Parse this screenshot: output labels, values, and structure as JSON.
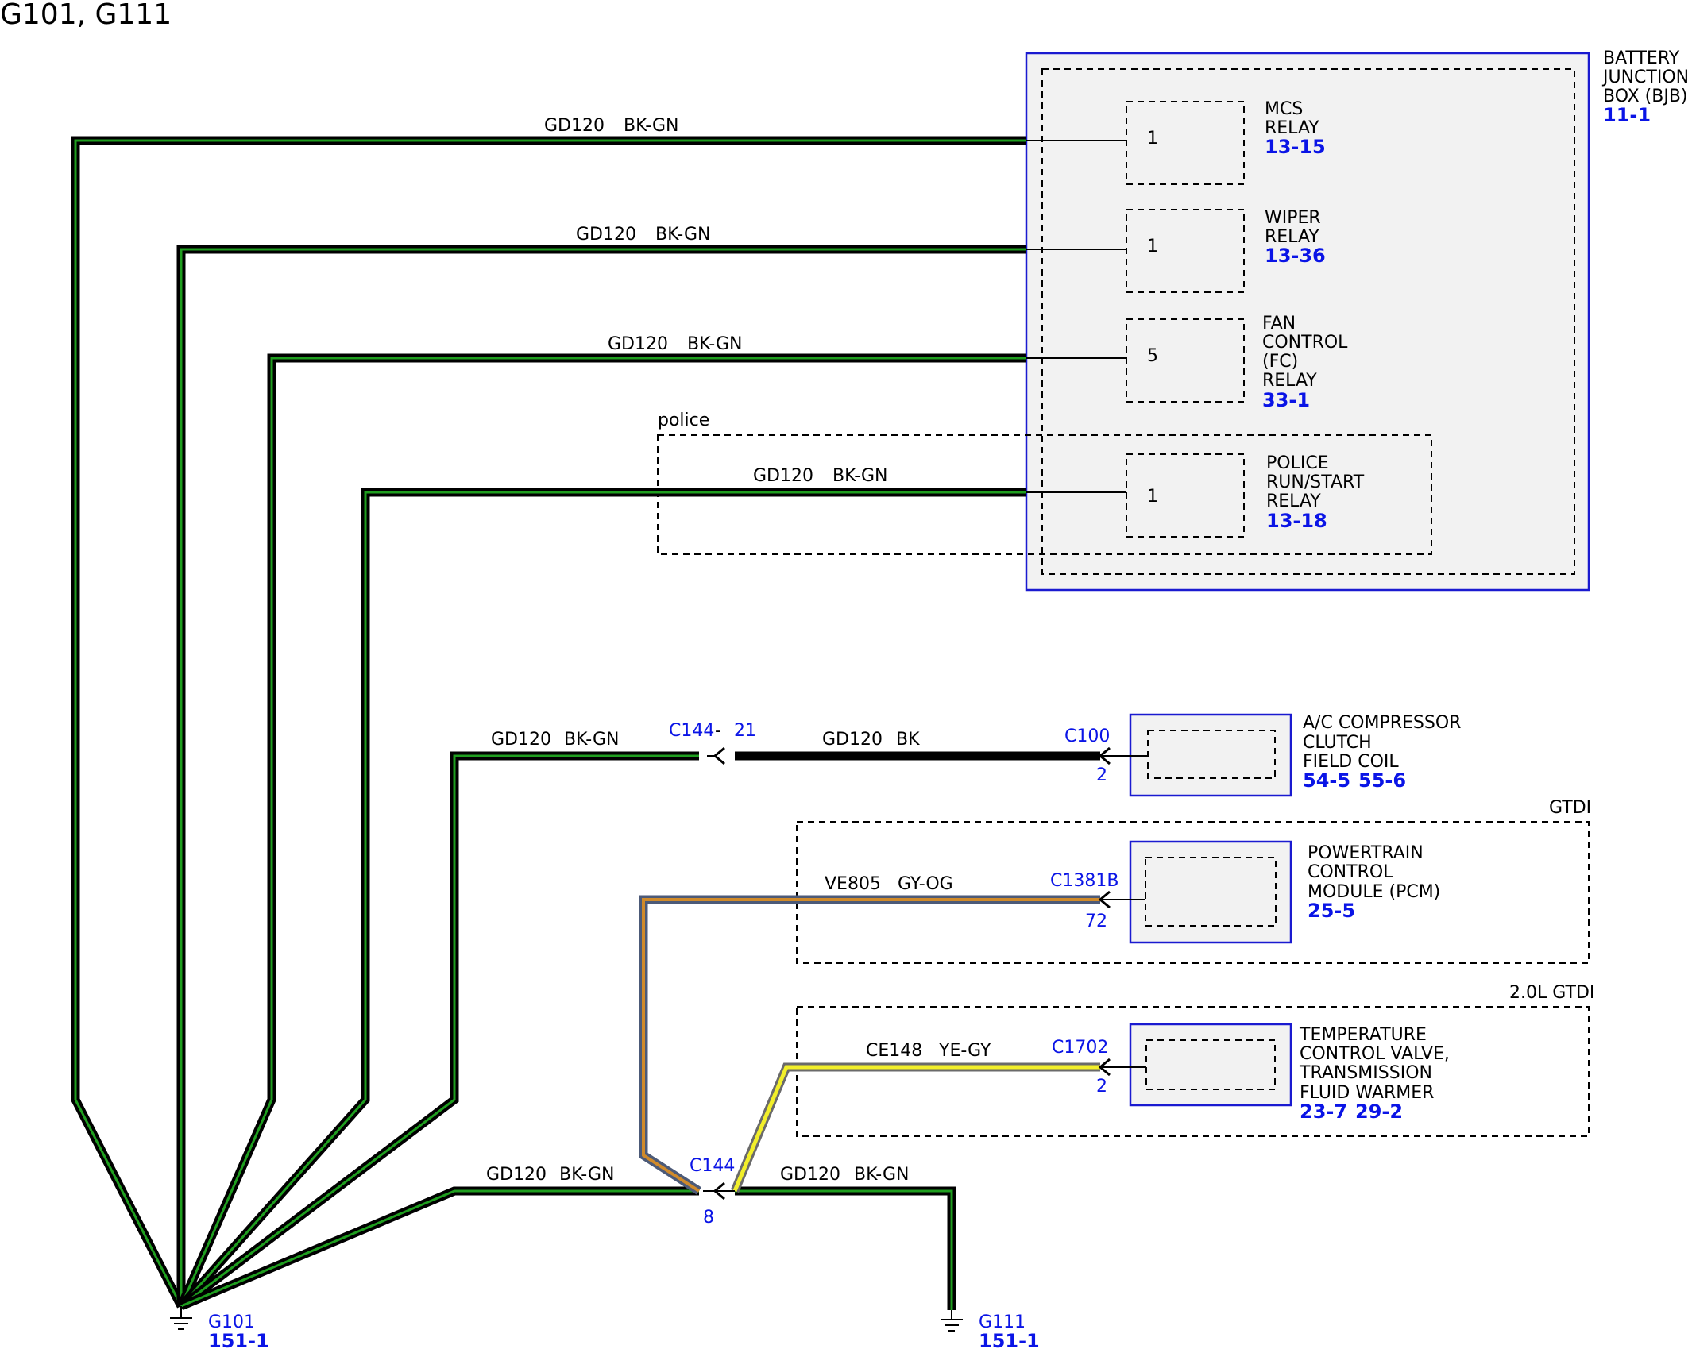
{
  "title": "G101, G111",
  "wire": {
    "gd120_bkgn_id": "GD120",
    "gd120_bkgn_color": "BK-GN",
    "gd120_bk_id": "GD120",
    "gd120_bk_color": "BK",
    "ve805_id": "VE805",
    "ve805_color": "GY-OG",
    "ce148_id": "CE148",
    "ce148_color": "YE-GY"
  },
  "bjb": {
    "line1": "BATTERY",
    "line2": "JUNCTION",
    "line3": "BOX (BJB)",
    "ref": "11-1"
  },
  "relays": [
    {
      "pin": "1",
      "lines": [
        "MCS",
        "RELAY"
      ],
      "ref": "13-15"
    },
    {
      "pin": "1",
      "lines": [
        "WIPER",
        "RELAY"
      ],
      "ref": "13-36"
    },
    {
      "pin": "5",
      "lines": [
        "FAN",
        "CONTROL",
        "(FC)",
        "RELAY"
      ],
      "ref": "33-1"
    },
    {
      "pin": "1",
      "lines": [
        "POLICE",
        "RUN/START",
        "RELAY"
      ],
      "ref": "13-18"
    }
  ],
  "options": {
    "police": "police",
    "gtdi": "GTDI",
    "gtdi20": "2.0L GTDI"
  },
  "ac": {
    "lines": [
      "A/C COMPRESSOR",
      "CLUTCH",
      "FIELD COIL"
    ],
    "ref1": "54-5",
    "ref2": "55-6",
    "connector": "C100",
    "pin": "2"
  },
  "pcm": {
    "lines": [
      "POWERTRAIN",
      "CONTROL",
      "MODULE (PCM)"
    ],
    "ref": "25-5",
    "connector": "C1381B",
    "pin": "72"
  },
  "tcv": {
    "lines": [
      "TEMPERATURE",
      "CONTROL VALVE,",
      "TRANSMISSION",
      "FLUID WARMER"
    ],
    "ref1": "23-7",
    "ref2": "29-2",
    "connector": "C1702",
    "pin": "2"
  },
  "c144_top": {
    "connector": "C144",
    "dash": " - ",
    "pin": "21"
  },
  "c144_bottom": {
    "connector": "C144",
    "pin": "8"
  },
  "ground1": {
    "name": "G101",
    "ref": "151-1"
  },
  "ground2": {
    "name": "G111",
    "ref": "151-1"
  }
}
